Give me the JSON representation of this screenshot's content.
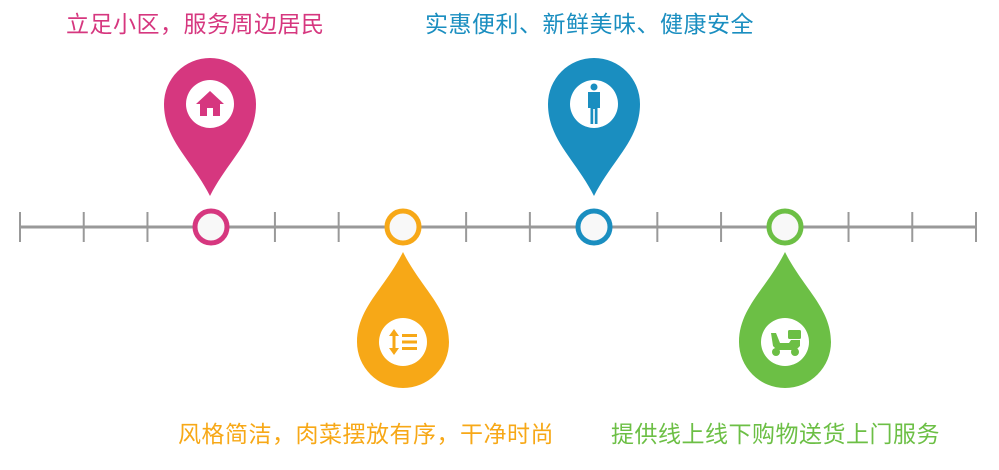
{
  "colors": {
    "axis": "#999999",
    "pin_fill": "#ffffff",
    "background": "#ffffff"
  },
  "milestones": [
    {
      "caption": "立足小区，服务周边居民",
      "color": "#d6377f",
      "icon": "house-icon",
      "pin": "up"
    },
    {
      "caption": "风格简洁，肉菜摆放有序，干净时尚",
      "color": "#f7a817",
      "icon": "sort-list-icon",
      "pin": "down"
    },
    {
      "caption": "实惠便利、新鲜美味、健康安全",
      "color": "#1a8ec0",
      "icon": "person-icon",
      "pin": "up"
    },
    {
      "caption": "提供线上线下购物送货上门服务",
      "color": "#6cbf45",
      "icon": "scooter-icon",
      "pin": "down"
    }
  ]
}
